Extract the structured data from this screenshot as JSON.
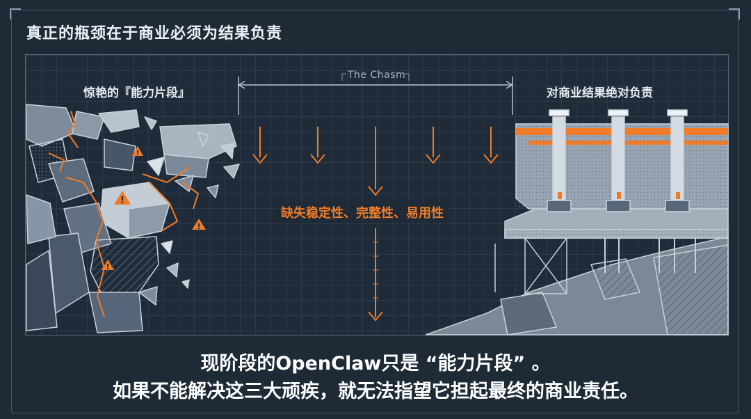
{
  "header": {
    "title": "真正的瓶颈在于商业必须为结果负责"
  },
  "diagram": {
    "left_label": "惊艳的『能力片段』",
    "chasm_label": "The Chasm",
    "right_label": "对商业结果绝对负责",
    "missing_label": "缺失稳定性、完整性、易用性"
  },
  "caption": {
    "line1": "现阶段的OpenClaw只是 “能力片段” 。",
    "line2": "如果不能解决这三大顽疾，就无法指望它担起最终的商业责任。"
  },
  "colors": {
    "background": "#1e2a36",
    "accent": "#f07c2a",
    "line": "#c9d2dc"
  }
}
